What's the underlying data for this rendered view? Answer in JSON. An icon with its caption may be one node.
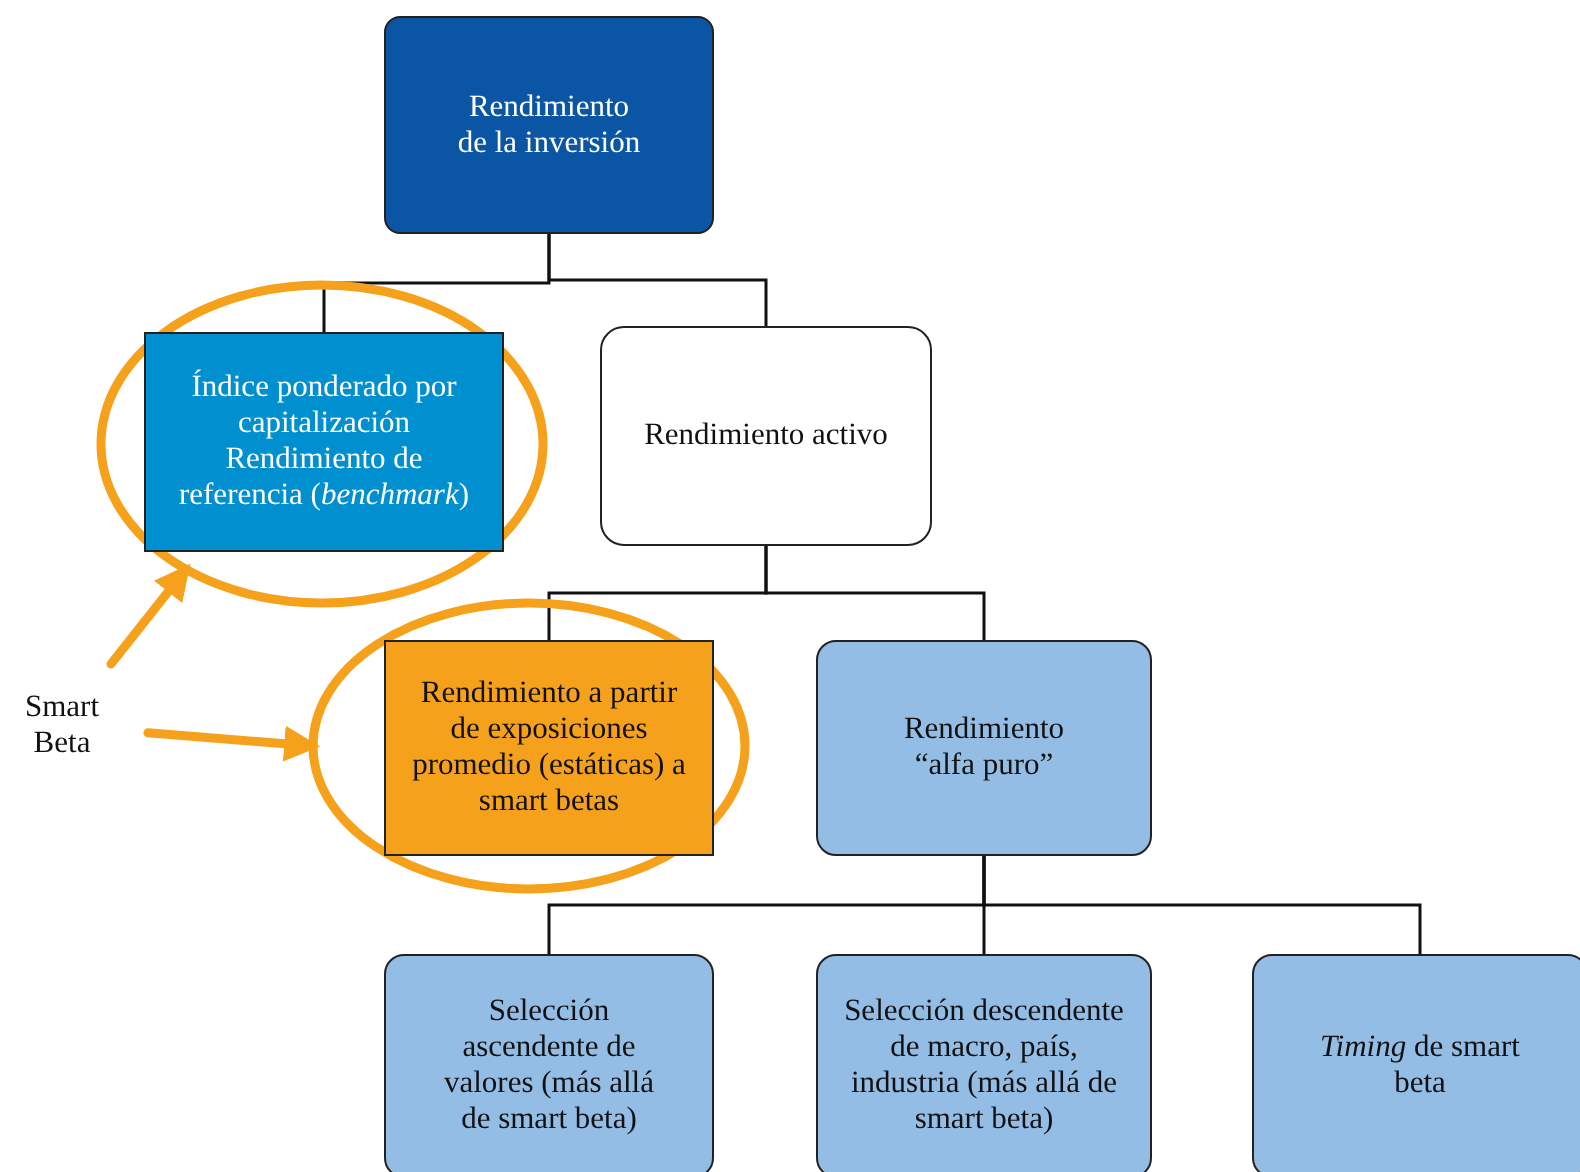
{
  "diagram": {
    "nodes": [
      {
        "text": [
          "Rendimiento de la inversión"
        ]
      },
      {
        "text": [],
        "shape": "ellipse"
      },
      {
        "text": [
          "Índice ponderado por capitalización",
          "Rendimiento de referencia (*benchmark*)"
        ],
        "in": 1
      },
      {
        "text": [
          "Rendimiento activo"
        ]
      },
      {
        "text": [],
        "shape": "ellipse"
      },
      {
        "text": [
          "Rendimiento a partir de exposiciones promedio (estáticas) a smart betas"
        ],
        "in": 4
      },
      {
        "text": [
          "Rendimiento “alfa puro”"
        ]
      },
      {
        "text": [
          "Selección ascendente de valores (más allá de smart beta)"
        ]
      },
      {
        "text": [
          "Selección descendente de macro, país, industria (más allá de smart beta)"
        ]
      },
      {
        "text": [
          "*Timing* de smart beta"
        ]
      },
      {
        "text": [
          "Smart Beta"
        ]
      }
    ],
    "edges": [
      {
        "from": 0,
        "to": 2,
        "arrow": "none"
      },
      {
        "from": 0,
        "to": 3,
        "arrow": "none"
      },
      {
        "from": 3,
        "to": 5,
        "arrow": "none"
      },
      {
        "from": 3,
        "to": 6,
        "arrow": "none"
      },
      {
        "from": 6,
        "to": 7,
        "arrow": "none"
      },
      {
        "from": 6,
        "to": 8,
        "arrow": "none"
      },
      {
        "from": 6,
        "to": 9,
        "arrow": "none"
      },
      {
        "from": 10,
        "to": 1,
        "arrow": "to",
        "style": "thick",
        "color": "#f5a11c"
      },
      {
        "from": 10,
        "to": 4,
        "arrow": "to",
        "style": "thick",
        "color": "#f5a11c"
      }
    ]
  }
}
